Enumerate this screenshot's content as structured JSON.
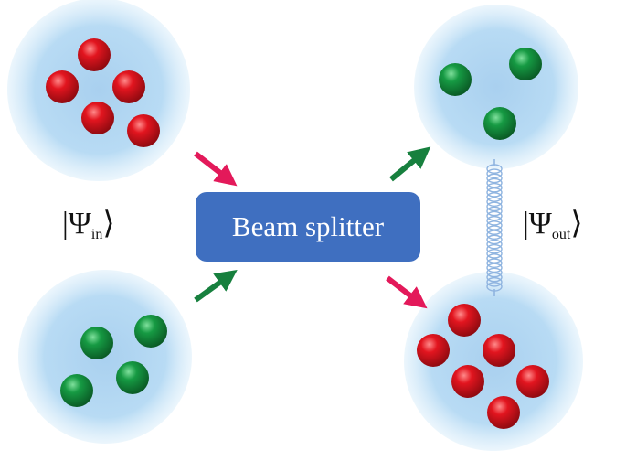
{
  "beam_splitter": {
    "label": "Beam splitter"
  },
  "labels": {
    "input_state": {
      "open": "|Ψ",
      "sub": "in",
      "close": "⟩"
    },
    "output_state": {
      "open": "|Ψ",
      "sub": "out",
      "close": "⟩"
    }
  },
  "colors": {
    "cloud": "#bcdcf3",
    "box": "#3f6fc0",
    "red_particle": "#d8141c",
    "green_particle": "#138a3a",
    "red_arrow": "#e3195a",
    "green_arrow": "#17803e",
    "spring": "#8fb4e0"
  },
  "clouds": [
    {
      "name": "input-cloud-top",
      "particles": "red",
      "count": 5
    },
    {
      "name": "input-cloud-bottom",
      "particles": "green",
      "count": 4
    },
    {
      "name": "output-cloud-top",
      "particles": "green",
      "count": 3
    },
    {
      "name": "output-cloud-bottom",
      "particles": "red",
      "count": 6
    }
  ]
}
